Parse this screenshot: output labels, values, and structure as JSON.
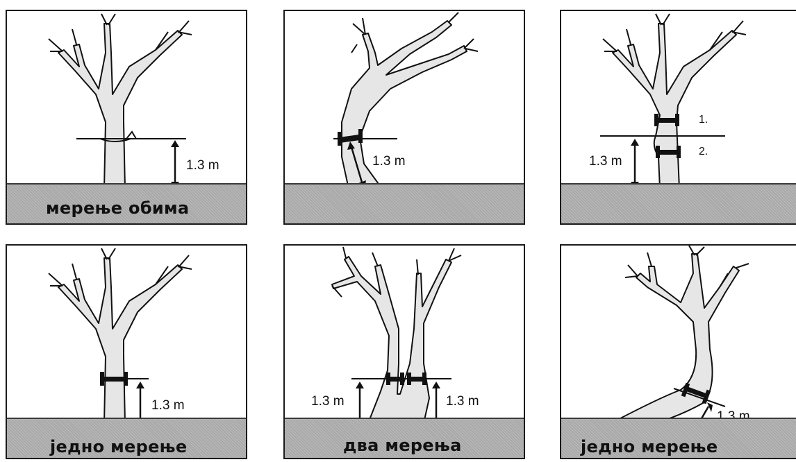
{
  "panels": [
    {
      "height_label": "1.3 m",
      "caption": "мерење обима"
    },
    {
      "height_label": "1.3 m",
      "caption": ""
    },
    {
      "height_label": "1.3 m",
      "caption": "",
      "marker_1": "1.",
      "marker_2": "2."
    },
    {
      "height_label": "1.3 m",
      "caption": "једно мерење"
    },
    {
      "height_label_left": "1.3 m",
      "height_label_right": "1.3 m",
      "caption": "два мерења"
    },
    {
      "height_label": "1.3 m",
      "caption": "једно мерење"
    }
  ],
  "colors": {
    "trunk_fill": "#e6e6e6",
    "outline": "#111111",
    "ground": "#a8a8a8",
    "tape": "#111111"
  }
}
